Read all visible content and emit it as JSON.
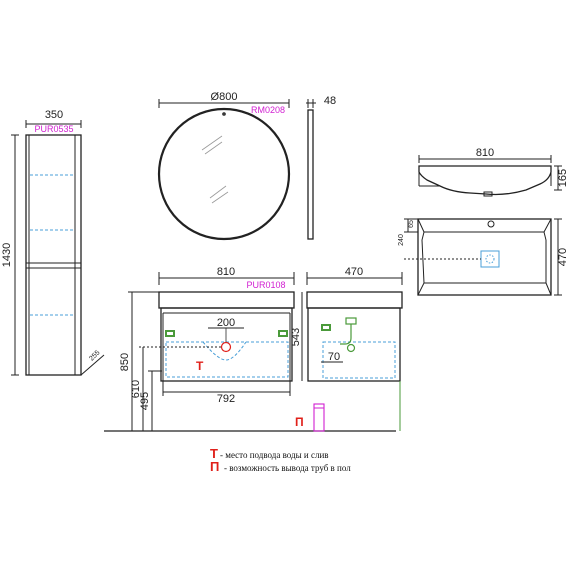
{
  "cabinet": {
    "code": "PUR0535",
    "width": "350",
    "height": "1430",
    "depth": "255"
  },
  "mirror": {
    "diameter": "Ø800",
    "code": "RM0208",
    "depth": "48"
  },
  "vanity": {
    "code": "PUR0108",
    "width": "810",
    "inner_width": "792",
    "height": "850",
    "height_mid": "610",
    "height_low": "495",
    "pipe_offset": "200"
  },
  "side_view": {
    "depth": "470",
    "height": "543",
    "offset": "70"
  },
  "sink_top": {
    "width": "810",
    "height": "165"
  },
  "sink_plan": {
    "depth": "470",
    "d1": "240",
    "d2": "65"
  },
  "legend": {
    "t_symbol": "Т",
    "t_text": "- место подвода воды и слив",
    "p_symbol": "П",
    "p_text": "- возможность вывода труб в пол"
  },
  "colors": {
    "code_magenta": "#d11fd1",
    "marker_red": "#e0201a",
    "hidden_blue": "#4a9fd8",
    "bracket_green": "#4a9a3a"
  }
}
